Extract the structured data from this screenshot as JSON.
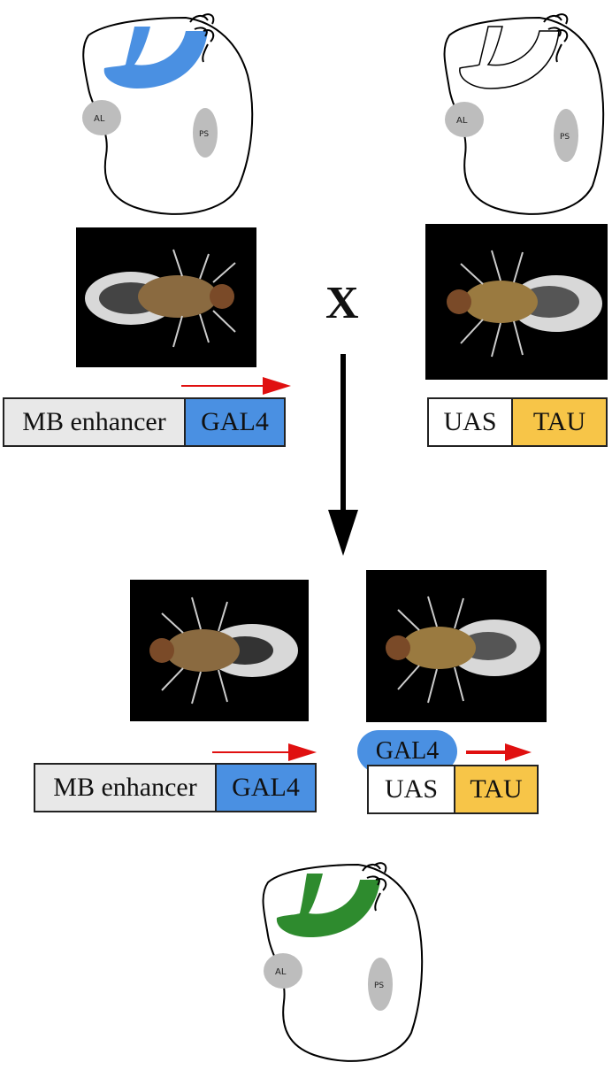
{
  "colors": {
    "gal4_blue": "#4a90e2",
    "tau_orange": "#f7c548",
    "enhancer_gray": "#e8e8e8",
    "expression_blue": "#4a90e2",
    "expression_green": "#2e8b2e",
    "arrow_red": "#e01010",
    "lobe_gray": "#bdbdbd"
  },
  "brain_labels": {
    "al": "AL",
    "ps": "PS"
  },
  "cross_symbol": "X",
  "parent_left": {
    "construct": {
      "enhancer": "MB enhancer",
      "driver": "GAL4"
    }
  },
  "parent_right": {
    "construct": {
      "uas": "UAS",
      "transgene": "TAU"
    }
  },
  "progeny": {
    "construct_left": {
      "enhancer": "MB enhancer",
      "driver": "GAL4"
    },
    "bound_protein": "GAL4",
    "construct_right": {
      "uas": "UAS",
      "transgene": "TAU"
    }
  }
}
